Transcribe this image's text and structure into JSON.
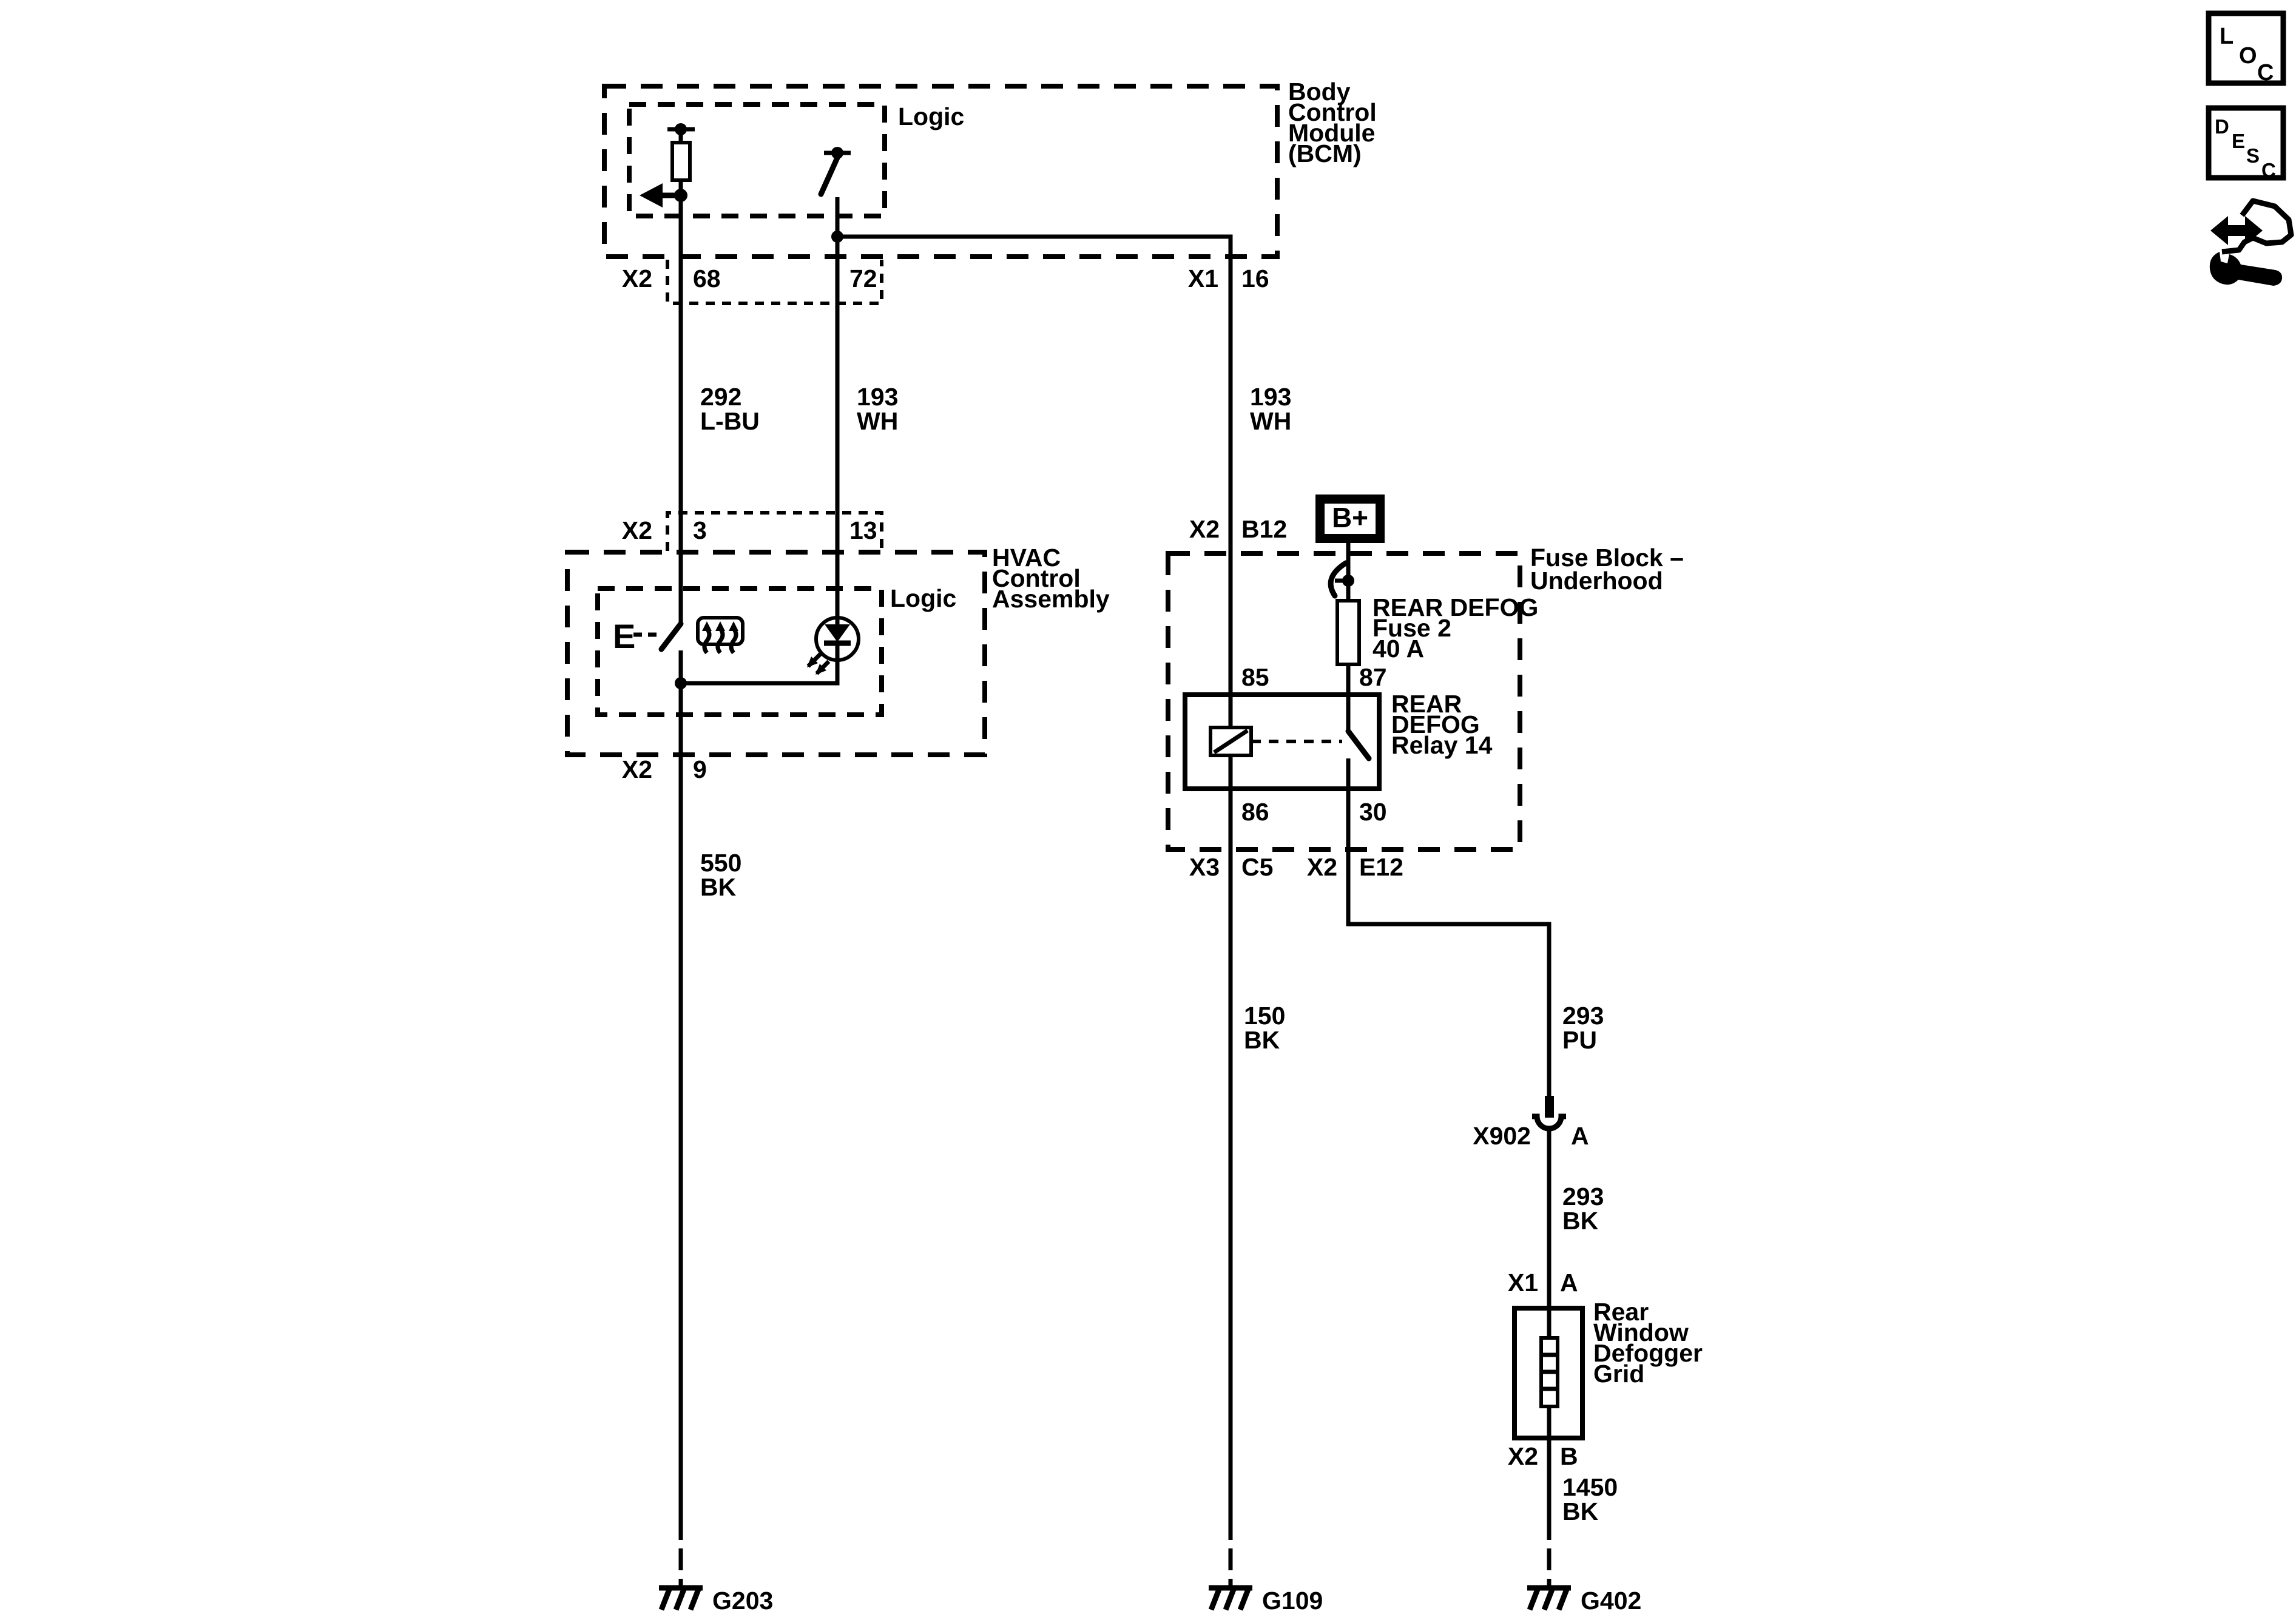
{
  "bcm": {
    "title1": "Body",
    "title2": "Control",
    "title3": "Module",
    "title4": "(BCM)",
    "logic": "Logic",
    "conn_top": "X2",
    "pin_68": "68",
    "pin_72": "72",
    "conn_x1": "X1",
    "pin_16": "16"
  },
  "hvac": {
    "title1": "HVAC",
    "title2": "Control",
    "title3": "Assembly",
    "logic": "Logic",
    "conn_top": "X2",
    "pin_3": "3",
    "pin_13": "13",
    "conn_bottom": "X2",
    "pin_9": "9",
    "switch_e": "E"
  },
  "fuse_block": {
    "title1": "Fuse Block –",
    "title2": "Underhood",
    "battery": "B+",
    "conn_top": "X2",
    "pin_b12": "B12",
    "fuse_line1": "REAR DEFOG",
    "fuse_line2": "Fuse 2",
    "fuse_line3": "40 A",
    "pin_85": "85",
    "pin_87": "87",
    "pin_86": "86",
    "pin_30": "30",
    "relay_line1": "REAR",
    "relay_line2": "DEFOG",
    "relay_line3": "Relay 14",
    "conn_bottom_left": "X3",
    "pin_c5": "C5",
    "conn_bottom_right": "X2",
    "pin_e12": "E12"
  },
  "wires": {
    "w292": {
      "id": "292",
      "color": "L-BU"
    },
    "w193a": {
      "id": "193",
      "color": "WH"
    },
    "w193b": {
      "id": "193",
      "color": "WH"
    },
    "w550": {
      "id": "550",
      "color": "BK"
    },
    "w150": {
      "id": "150",
      "color": "BK"
    },
    "w293pu": {
      "id": "293",
      "color": "PU"
    },
    "w293bk": {
      "id": "293",
      "color": "BK"
    },
    "w1450": {
      "id": "1450",
      "color": "BK"
    }
  },
  "x902": {
    "name": "X902",
    "pin_a": "A"
  },
  "defogger": {
    "conn_top": "X1",
    "pin_a": "A",
    "title1": "Rear",
    "title2": "Window",
    "title3": "Defogger",
    "title4": "Grid",
    "conn_bottom": "X2",
    "pin_b": "B"
  },
  "grounds": {
    "g203": "G203",
    "g109": "G109",
    "g402": "G402"
  },
  "nav": {
    "loc": {
      "l1": "L",
      "l2": "O",
      "l3": "C"
    },
    "desc": {
      "l1": "D",
      "l2": "E",
      "l3": "S",
      "l4": "C"
    }
  },
  "colors": {
    "ink": "#000000",
    "paper": "#ffffff"
  }
}
